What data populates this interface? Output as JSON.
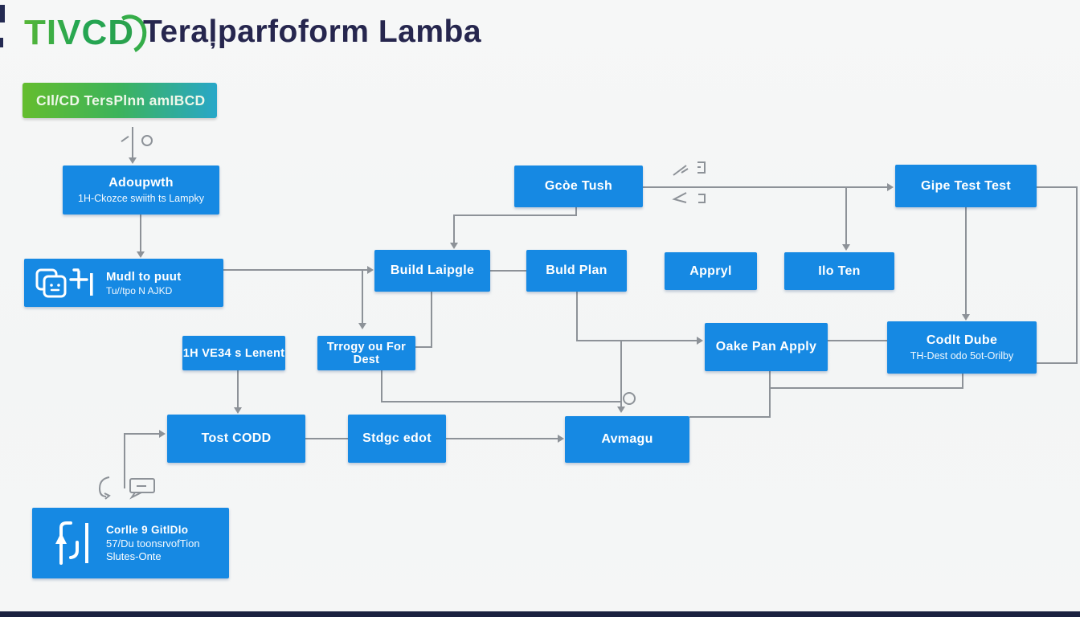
{
  "header": {
    "logo": "TIVCD",
    "title": "Teraļparfoform Lamba"
  },
  "banner": {
    "label": "CIl/CD TersPlnn amIBCD"
  },
  "colors": {
    "node_blue": "#1689e3",
    "connector_gray": "#8d9298",
    "title_navy": "#26264e",
    "logo_green": "#35ad49",
    "banner_gradient_start": "#64bd2e",
    "banner_gradient_end": "#28a7c8",
    "footer_bar_navy": "#1b2140"
  },
  "nodes": {
    "adoupwth": {
      "line1": "Adoupwth",
      "line2": "1H-Ckozce swiith ts Lampky"
    },
    "mudl": {
      "line1": "Mudl to puut",
      "line2": "Tu//tpo N AJKD"
    },
    "gcoe_tush": {
      "label": "Gcòe Tush"
    },
    "gipe_test": {
      "label": "Gipe Test Test"
    },
    "build_laipgle": {
      "label": "Build Laipgle"
    },
    "buld_plan": {
      "label": "Buld Plan"
    },
    "appryl": {
      "label": "Appryl"
    },
    "ilo_ten": {
      "label": "Ilo Ten"
    },
    "hve34": {
      "label": "1H VE34 s Lenent"
    },
    "trrogy": {
      "label": "Trrogy ou For Dest"
    },
    "oake_pan": {
      "label": "Oake Pan Apply"
    },
    "codlt_dube": {
      "line1": "Codlt Dube",
      "line2": "TH-Dest odo 5ot-Orilby"
    },
    "tost_cod": {
      "label": "Tost CODD"
    },
    "stdgc_edot": {
      "label": "Stdgc edot"
    },
    "avmagu": {
      "label": "Avmagu"
    },
    "corlle": {
      "line1": "Corlle 9 GitlDlo",
      "line2": "57/Du toonsrvofTion",
      "line3": "Slutes-Onte"
    }
  },
  "icons": [
    "copy-squares-icon",
    "plus-icon",
    "divider-bar",
    "branch-arrow-icon",
    "hook-arrow-icon",
    "speech-bubble-icon",
    "arrow-circle-decoration",
    "angle-bracket-glyphs"
  ],
  "edges": [
    "banner -> adoupwth",
    "adoupwth -> mudl",
    "mudl -> build_laipgle",
    "mudl-branch -> trrogy",
    "gcoe_tush -> build_laipgle",
    "gcoe_tush -> gipe_test",
    "gcoe_tush-branch -> ilo_ten",
    "gipe_test -> codlt_dube",
    "gipe_test -> codlt_dube (right loop)",
    "build_laipgle - buld_plan",
    "build_laipgle - trrogy",
    "buld_plan -> oake_pan",
    "buld_plan-branch -> avmagu",
    "trrogy - avmagu-branch",
    "oake_pan - codlt_dube",
    "oake_pan - avmagu (bottom loop)",
    "codlt_dube - oake_pan (bottom loop)",
    "hve34 -> tost_cod",
    "tost_cod - stdgc_edot",
    "stdgc_edot -> avmagu",
    "feedback -> tost_cod"
  ]
}
